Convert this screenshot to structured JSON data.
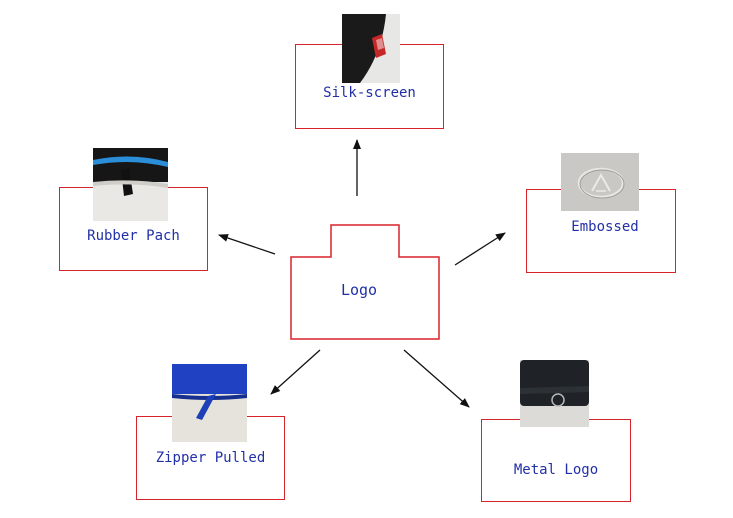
{
  "colors": {
    "box_border": "#d9232a",
    "label_text": "#2230a8",
    "arrow": "#111111"
  },
  "center": {
    "label": "Logo"
  },
  "nodes": [
    {
      "id": "silk-screen",
      "label": "Silk-screen",
      "image": "black-bag-with-red-tag"
    },
    {
      "id": "rubber-pach",
      "label": "Rubber Pach",
      "image": "black-case-blue-zipper-with-rubber-pull"
    },
    {
      "id": "embossed",
      "label": "Embossed",
      "image": "grey-surface-with-embossed-triangle-logo"
    },
    {
      "id": "zipper-pulled",
      "label": "Zipper Pulled",
      "image": "blue-case-with-zipper-pull"
    },
    {
      "id": "metal-logo",
      "label": "Metal Logo",
      "image": "black-hard-case-with-metal-ring"
    }
  ]
}
